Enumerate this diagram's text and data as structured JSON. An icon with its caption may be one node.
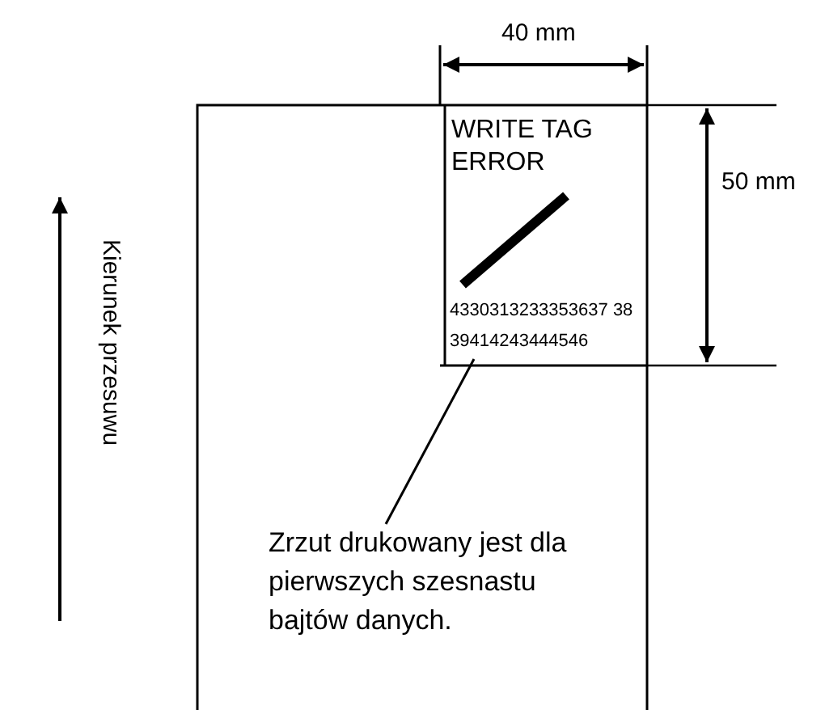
{
  "diagram": {
    "nodes": [
      {
        "text": [
          "4330313233353637 3839414243444546"
        ]
      },
      {
        "text": [
          "Zrzut drukowany jest dla pierwszych szesnastu bajtów danych."
        ]
      }
    ],
    "edges": [
      {
        "from": 1,
        "to": 0,
        "arrow": "none"
      }
    ],
    "labels": [
      "40 mm",
      "WRITE TAG ERROR",
      "50 mm",
      "Kierunek przesuwu"
    ]
  }
}
